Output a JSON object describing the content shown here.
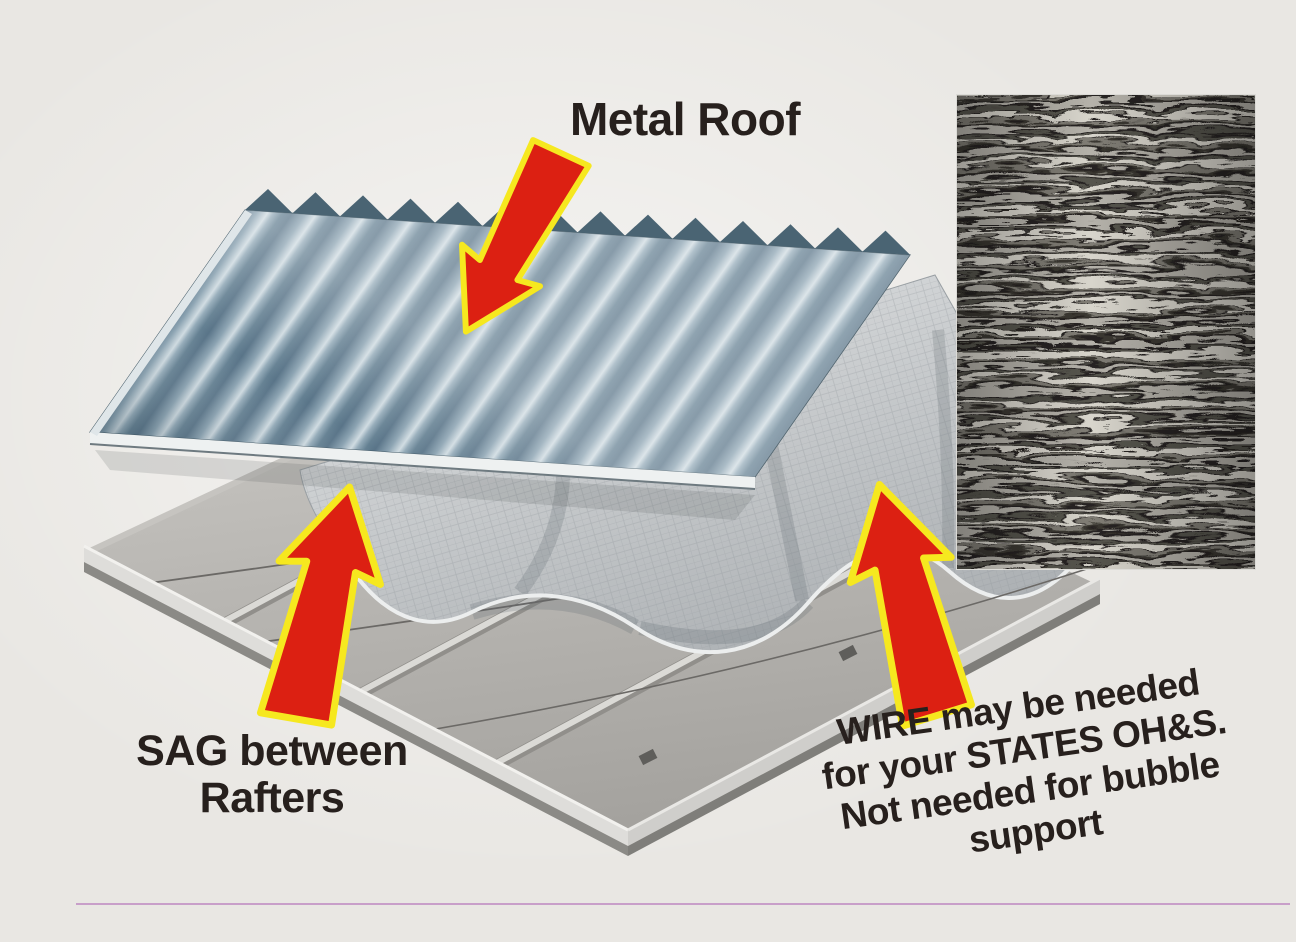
{
  "labels": {
    "metal_roof": "Metal Roof",
    "sag": [
      "SAG between",
      "Rafters"
    ],
    "wire_note": [
      "WIRE may be needed",
      "for your STATES OH&S.",
      "Not needed for bubble",
      "support"
    ]
  },
  "colors": {
    "background": "#e9e7e3",
    "text": "#27201d",
    "arrow_fill": "#dc2012",
    "arrow_outline": "#f6e81f",
    "divider": "#c89fc9",
    "metal_sheet": "#7d95a5",
    "insulation": "#cdd0d2",
    "frame": "#d9d8d4"
  }
}
